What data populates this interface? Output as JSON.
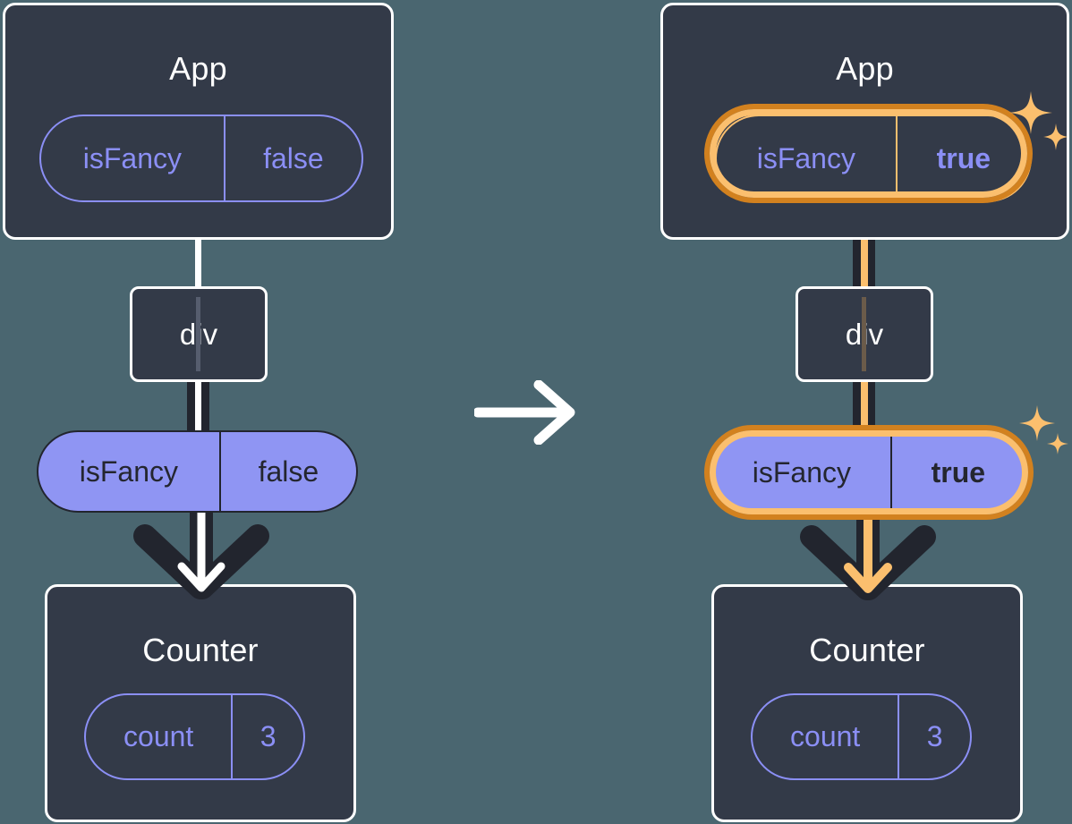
{
  "diagram": {
    "title_left": "App",
    "title_right": "App",
    "transition_arrow": "arrow-right-icon",
    "background_color": "#4a6670",
    "panel_color": "#333a48",
    "purple": "#8f95f3",
    "purple_outline": "#8b8ff5",
    "highlight_outer": "#d2811f",
    "highlight_inner": "#fbbf6e",
    "dark_line": "#22252e"
  },
  "left": {
    "app": {
      "title": "App",
      "state": {
        "name": "isFancy",
        "value": "false"
      }
    },
    "div": {
      "label": "div"
    },
    "prop": {
      "name": "isFancy",
      "value": "false"
    },
    "counter": {
      "title": "Counter",
      "state": {
        "name": "count",
        "value": "3"
      }
    }
  },
  "right": {
    "app": {
      "title": "App",
      "state": {
        "name": "isFancy",
        "value": "true",
        "highlighted": true
      }
    },
    "div": {
      "label": "div"
    },
    "prop": {
      "name": "isFancy",
      "value": "true",
      "highlighted": true
    },
    "counter": {
      "title": "Counter",
      "state": {
        "name": "count",
        "value": "3"
      }
    },
    "sparkle_top": "sparkles-icon",
    "sparkle_mid": "sparkles-icon"
  }
}
